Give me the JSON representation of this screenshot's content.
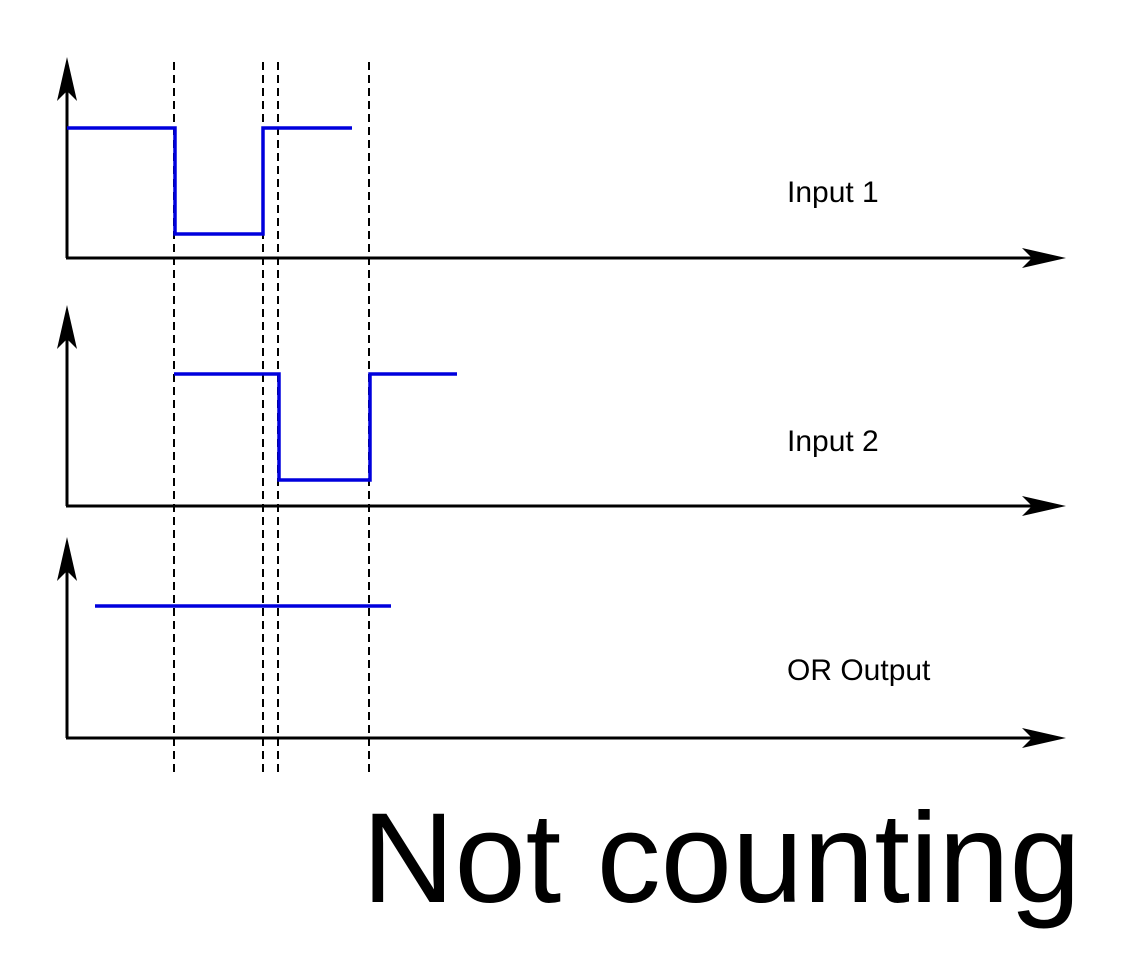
{
  "colors": {
    "waveform": "#0000dd",
    "axes": "#000000",
    "guides": "#000000"
  },
  "signals": [
    {
      "label": "Input 1"
    },
    {
      "label": "Input 2"
    },
    {
      "label": "OR Output"
    }
  ],
  "caption": "Not counting"
}
